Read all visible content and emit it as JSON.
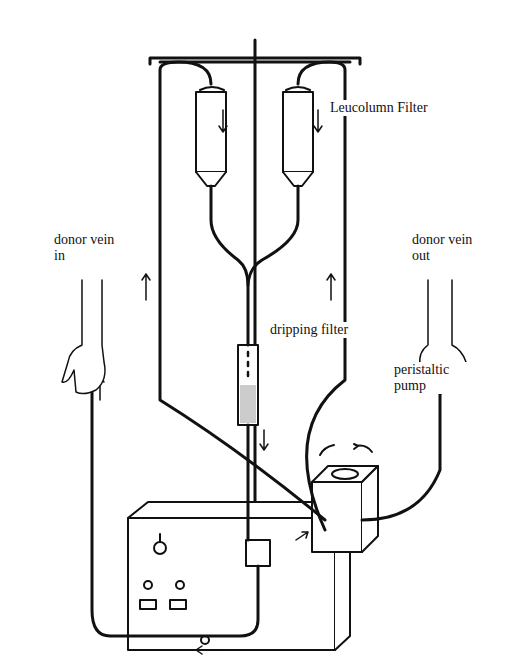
{
  "diagram": {
    "labels": [
      "Leucolumn Filter",
      "donor vein in",
      "dripping filter",
      "peristaltic pump",
      "donor vein out"
    ]
  }
}
